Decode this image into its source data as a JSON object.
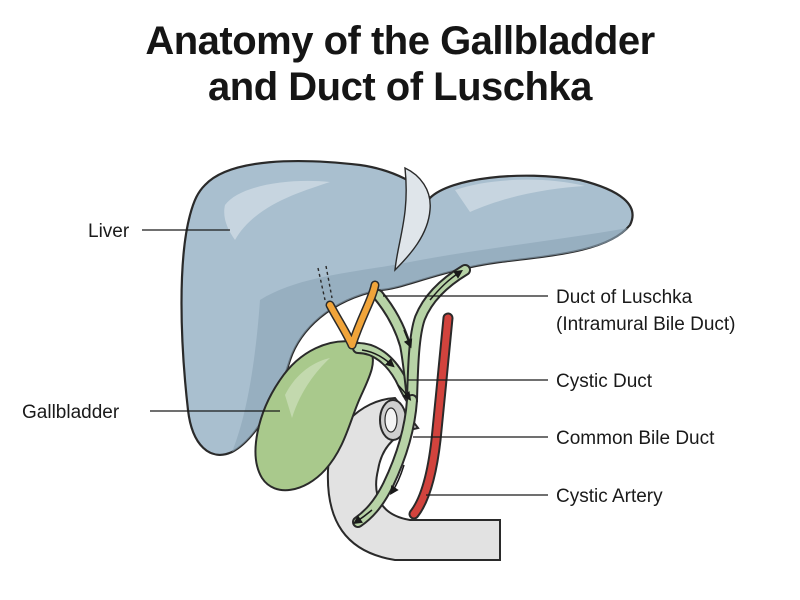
{
  "title": {
    "line1": "Anatomy of the Gallbladder",
    "line2": "and Duct of Luschka"
  },
  "labels": {
    "liver": "Liver",
    "gallbladder": "Gallbladder",
    "duct_of_luschka": "Duct of Luschka",
    "duct_of_luschka_sub": "(Intramural Bile Duct)",
    "cystic_duct": "Cystic Duct",
    "common_bile_duct": "Common Bile Duct",
    "cystic_artery": "Cystic Artery"
  },
  "colors": {
    "liver": "#a9bfcf",
    "liver_dark": "#8ea6b8",
    "gallbladder": "#a9c98c",
    "ducts": "#b7d3a6",
    "luschka": "#f0a43a",
    "artery": "#d2433d",
    "duodenum": "#e3e3e3",
    "outline": "#2a2a2a"
  }
}
